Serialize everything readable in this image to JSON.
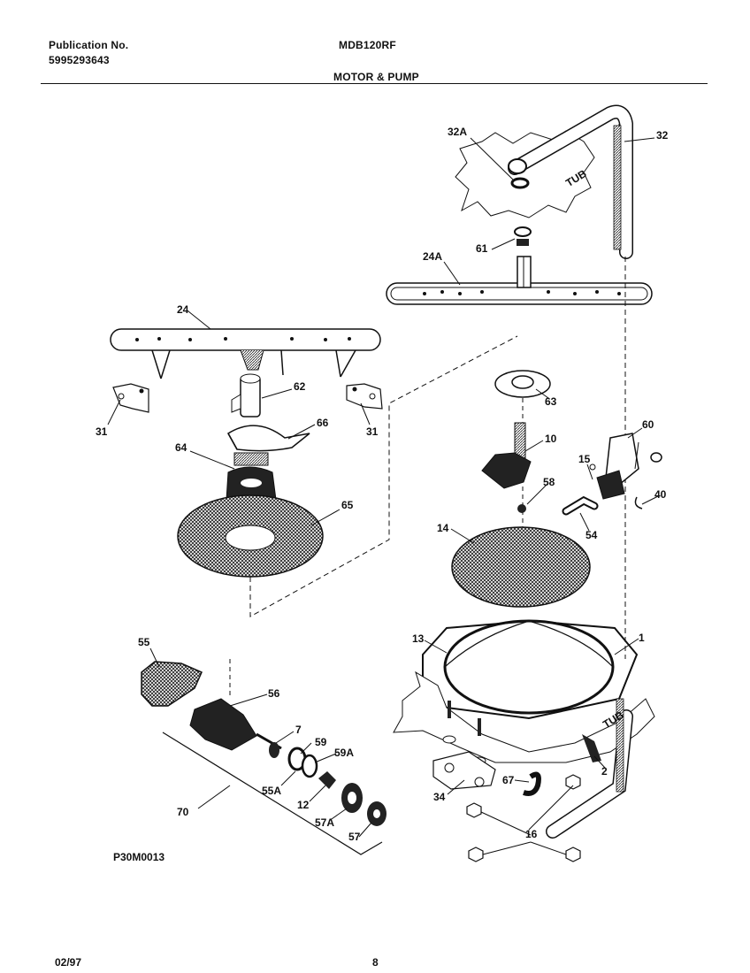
{
  "header": {
    "publication_label": "Publication No.",
    "publication_number": "5995293643",
    "model": "MDB120RF",
    "section": "MOTOR & PUMP"
  },
  "tub_labels": [
    "TUB",
    "TUB"
  ],
  "part_labels": [
    "32A",
    "32",
    "61",
    "24A",
    "24",
    "62",
    "31",
    "31",
    "66",
    "64",
    "65",
    "63",
    "10",
    "60",
    "15",
    "58",
    "40",
    "54",
    "14",
    "13",
    "1",
    "55",
    "56",
    "7",
    "59",
    "59A",
    "55A",
    "12",
    "57A",
    "57",
    "70",
    "34",
    "67",
    "2",
    "16"
  ],
  "figure_code": "P30M0013",
  "footer": {
    "date": "02/97",
    "page": "8"
  }
}
